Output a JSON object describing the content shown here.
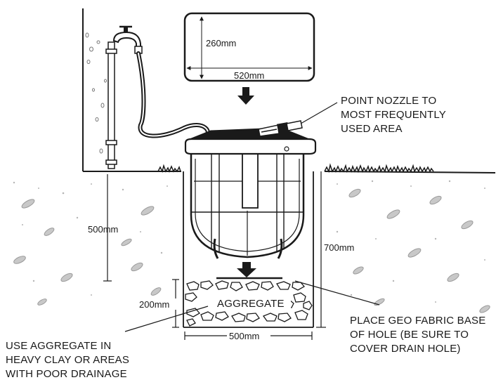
{
  "lid_dimensions": {
    "height": "260mm",
    "width": "520mm"
  },
  "dimensions": {
    "pipe_depth": "500mm",
    "hole_depth": "700mm",
    "aggregate_depth": "200mm",
    "hole_width": "500mm"
  },
  "callouts": {
    "nozzle": [
      "POINT NOZZLE TO",
      "MOST FREQUENTLY",
      "USED AREA"
    ],
    "geo_fabric": [
      "PLACE GEO FABRIC BASE",
      "OF HOLE (BE SURE TO",
      "COVER DRAIN HOLE)"
    ],
    "aggregate_use": [
      "USE AGGREGATE IN",
      "HEAVY CLAY OR AREAS",
      "WITH POOR DRAINAGE"
    ]
  },
  "aggregate_label": "AGGREGATE",
  "colors": {
    "ink": "#1a1a1a",
    "soil_dot": "#9a9a9a",
    "background": "#ffffff"
  }
}
